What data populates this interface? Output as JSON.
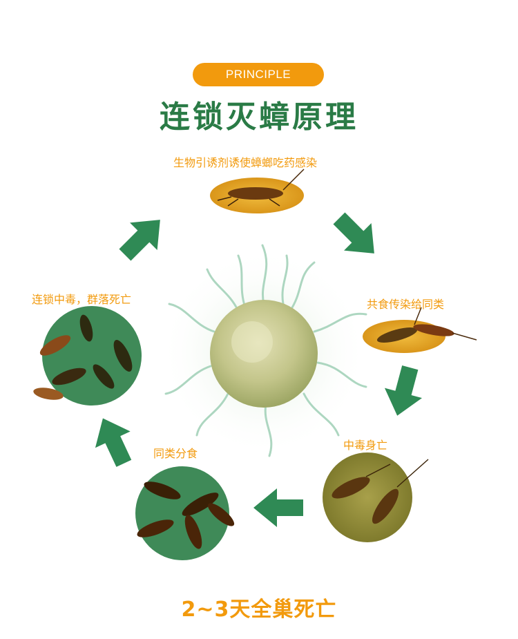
{
  "badge": "PRINCIPLE",
  "title": "连锁灭蟑原理",
  "steps": {
    "step1": "生物引诱剂诱使蟑螂吃药感染",
    "step2": "共食传染给同类",
    "step3": "中毒身亡",
    "step4": "同类分食",
    "step5": "连锁中毒，群落死亡"
  },
  "footer": "2~3天全巢死亡",
  "colors": {
    "accent_orange": "#f29a0d",
    "brand_green": "#2a7b46",
    "arrow_green": "#2f8a55",
    "circle_green": "#3f8a58",
    "circle_olive": "#8f8a30",
    "ellipse_gold": "#e7a420"
  }
}
